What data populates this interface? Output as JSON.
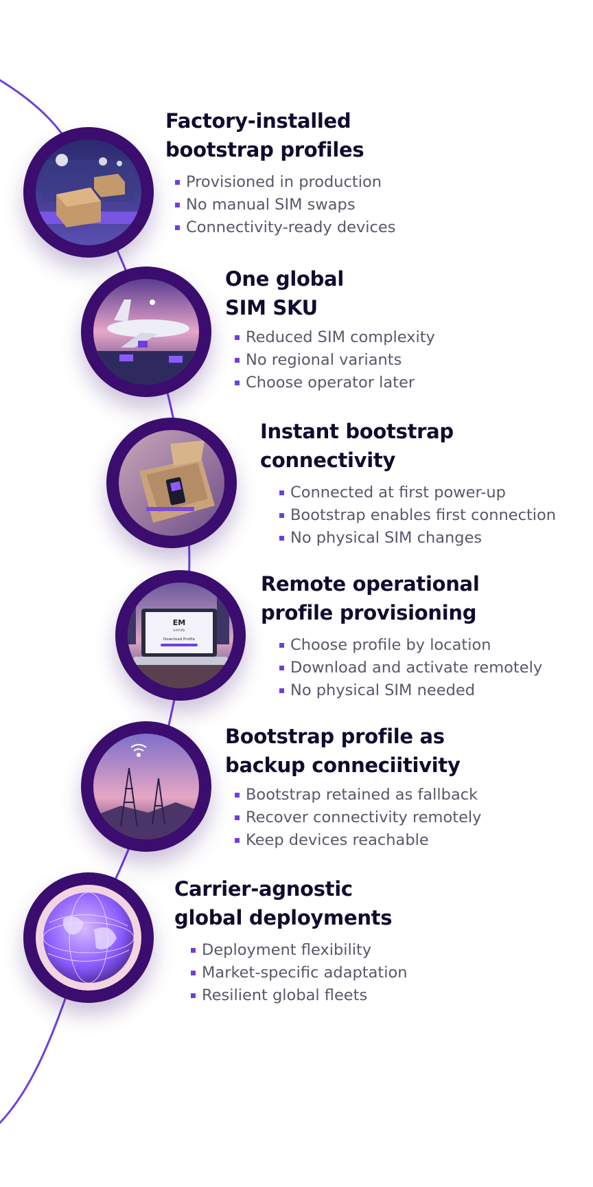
{
  "accent_color": "#6d3fe0",
  "ring_color": "#3a0d6e",
  "steps": [
    {
      "title_line1": "Factory-installed",
      "title_line2": "bootstrap profiles",
      "image": "factory-conveyor-boxes-illustration",
      "bullets": [
        "Provisioned in production",
        "No manual SIM swaps",
        "Connectivity-ready devices"
      ]
    },
    {
      "title_line1": "One global",
      "title_line2": "SIM SKU",
      "image": "cargo-airplane-illustration",
      "bullets": [
        "Reduced SIM complexity",
        "No regional variants",
        "Choose operator later"
      ]
    },
    {
      "title_line1": "Instant bootstrap",
      "title_line2": "connectivity",
      "image": "unboxing-device-illustration",
      "bullets": [
        "Connected at first power-up",
        "Bootstrap enables first connection",
        "No physical SIM changes"
      ]
    },
    {
      "title_line1": "Remote operational",
      "title_line2": "profile provisioning",
      "image": "laptop-download-profile-illustration",
      "screen_brand": "EM",
      "screen_sub": "emnify",
      "screen_text": "Download Profile",
      "bullets": [
        "Choose profile by location",
        "Download and activate remotely",
        "No physical SIM needed"
      ]
    },
    {
      "title_line1": "Bootstrap profile as",
      "title_line2": "backup conneciitivity",
      "image": "cell-towers-illustration",
      "bullets": [
        "Bootstrap retained as fallback",
        "Recover connectivity remotely",
        "Keep devices reachable"
      ]
    },
    {
      "title_line1": "Carrier-agnostic",
      "title_line2": "global deployments",
      "image": "glowing-globe-illustration",
      "bullets": [
        "Deployment flexibility",
        "Market-specific adaptation",
        "Resilient global fleets"
      ]
    }
  ]
}
